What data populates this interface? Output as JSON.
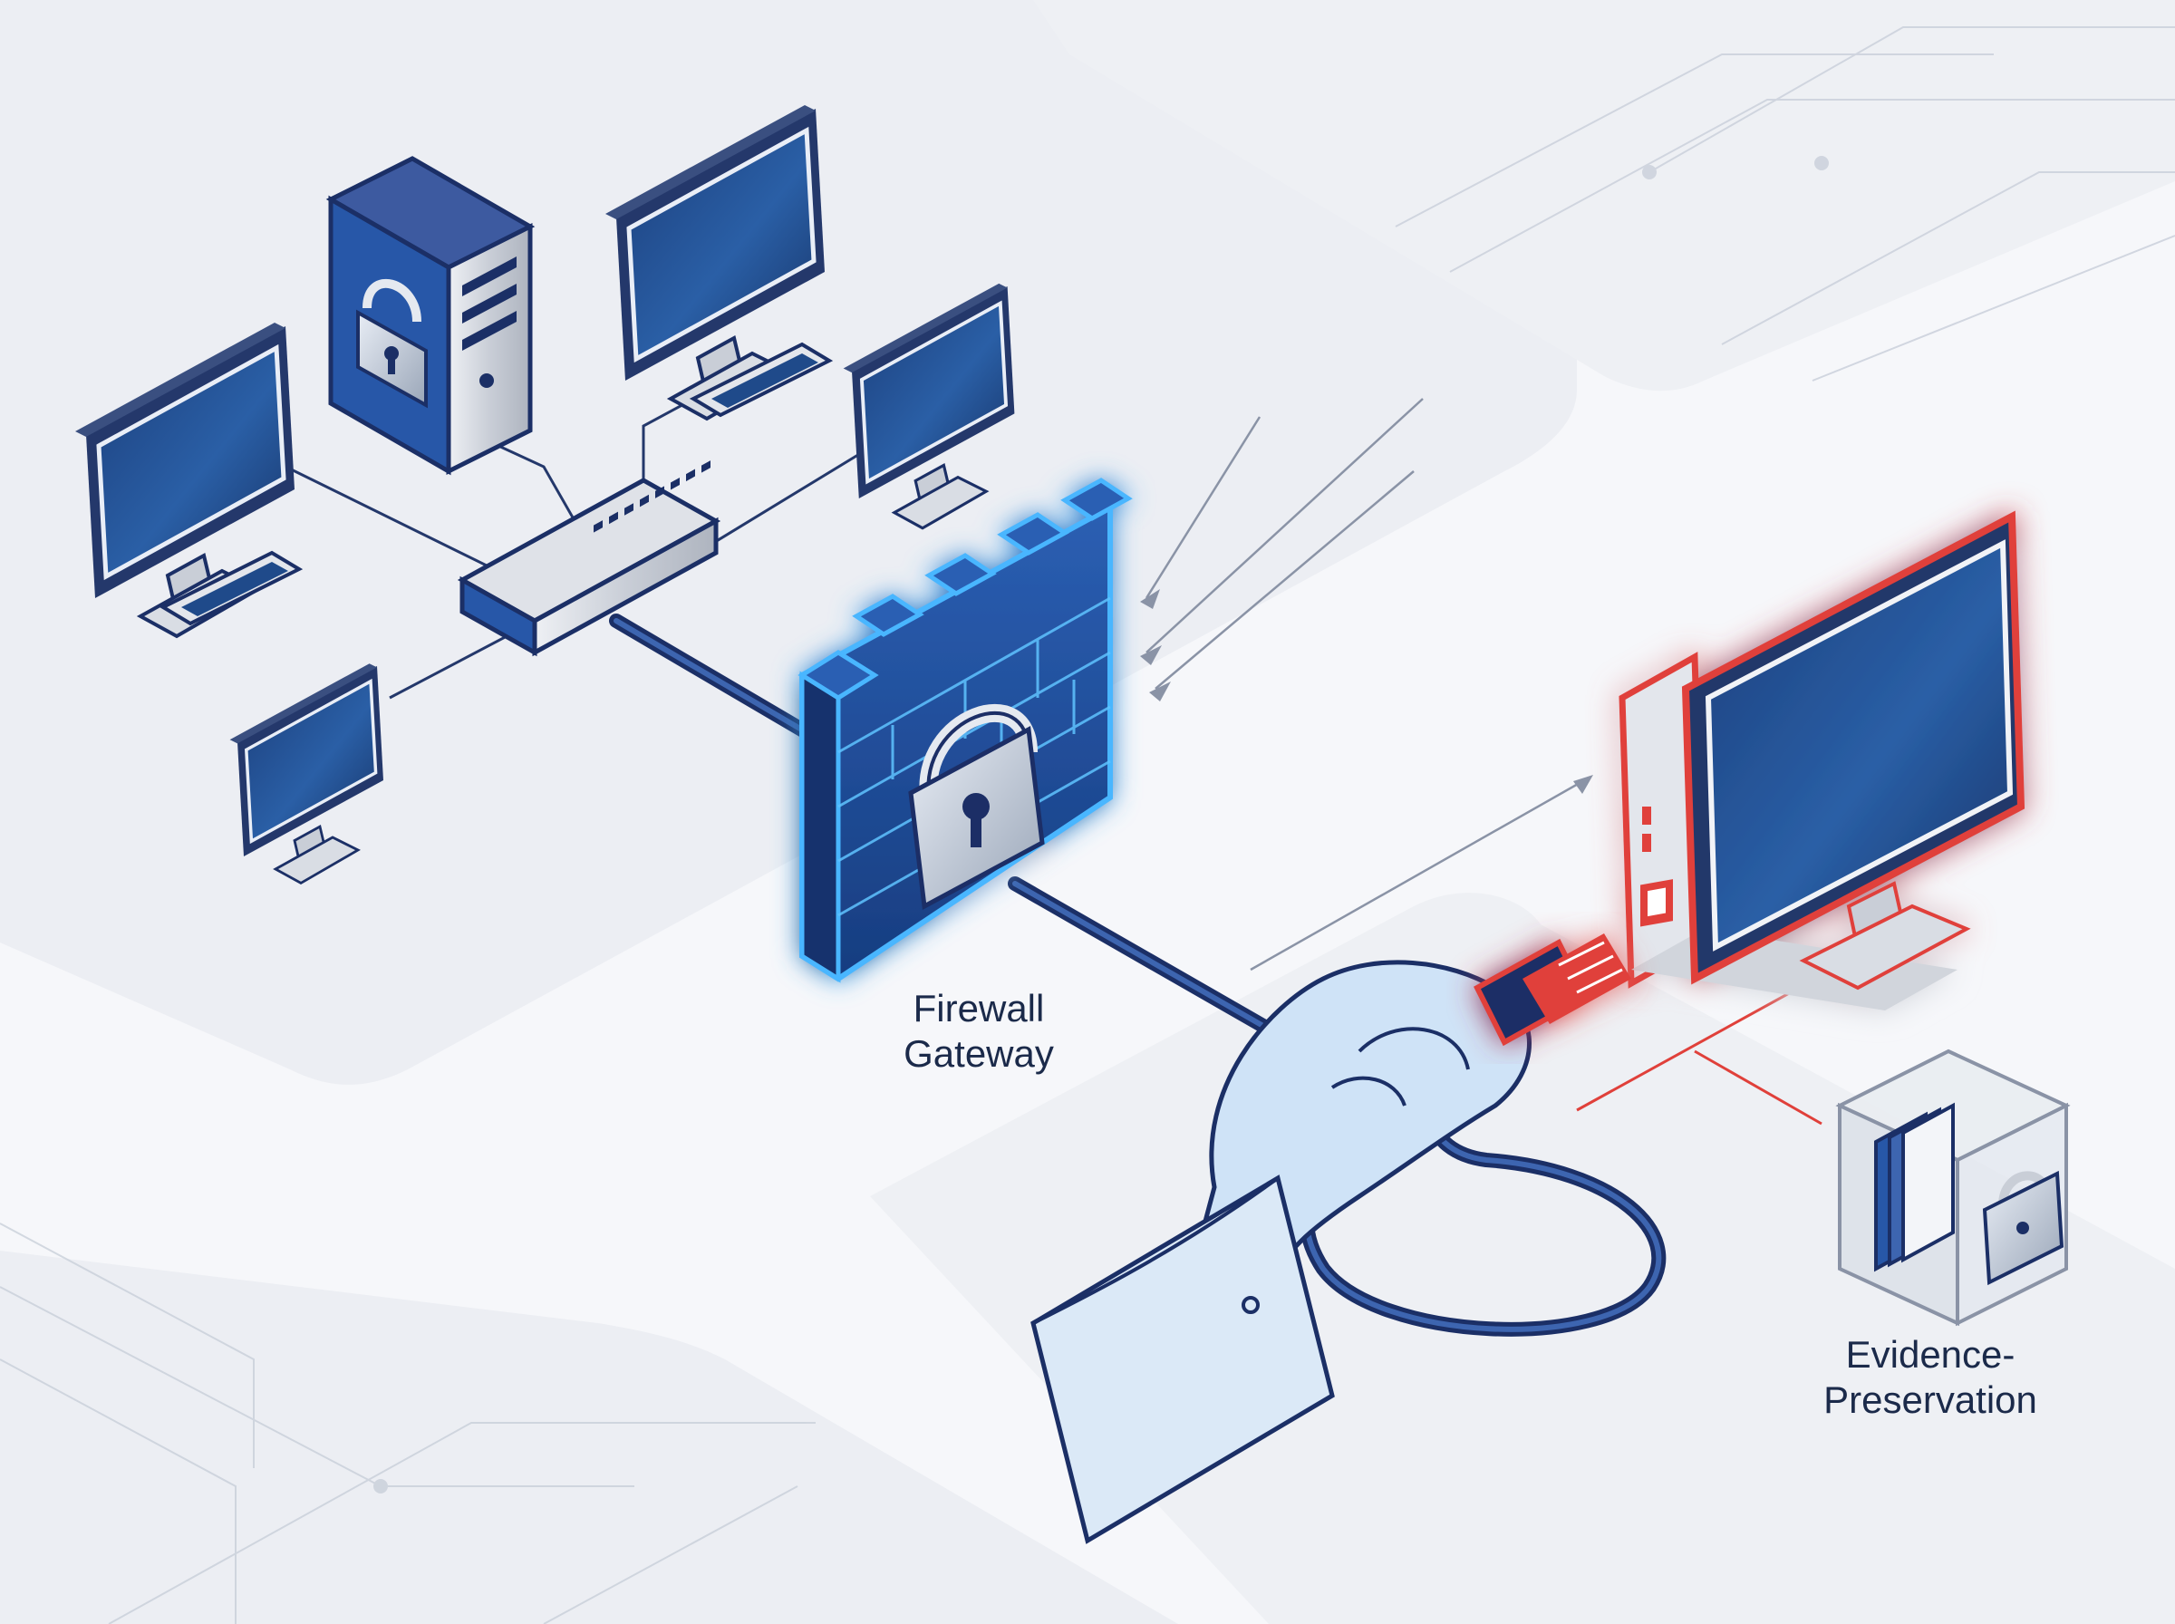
{
  "labels": {
    "firewall": {
      "line1": "Firewall",
      "line2": "Gateway"
    },
    "evidence": {
      "line1": "Evidence-",
      "line2": "Preservation"
    }
  },
  "colors": {
    "background": "#f6f7fa",
    "panel": "#eceef3",
    "navy": "#1b2f66",
    "screen": "#1f4a8a",
    "device_gray": "#d3d7de",
    "firewall_glow": "#49b6ff",
    "isolation_red": "#e0403a",
    "hand_blue": "#cfe3f7",
    "label_text": "#1b2a4a"
  },
  "icons": [
    "tower-server-lock-icon",
    "desktop-monitor-icon",
    "network-switch-icon",
    "firewall-brick-wall-icon",
    "padlock-icon",
    "isolated-computer-icon",
    "ethernet-plug-icon",
    "hand-icon",
    "evidence-box-icon"
  ]
}
